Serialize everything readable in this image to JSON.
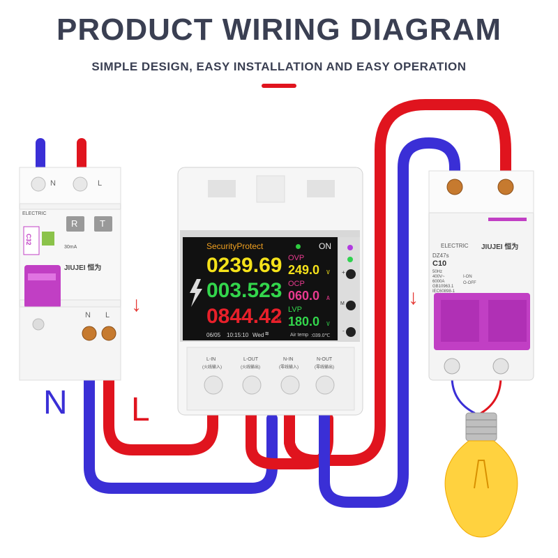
{
  "header": {
    "title": "PRODUCT WIRING DIAGRAM",
    "subtitle": "SIMPLE DESIGN, EASY INSTALLATION AND EASY OPERATION"
  },
  "colors": {
    "neutral_wire": "#3a2fd6",
    "live_wire": "#e0141e",
    "title_text": "#3a3f52",
    "breaker_handle": "#c13fc4",
    "screen_bg": "#111111",
    "voltage_text": "#f5e21a",
    "current_text": "#33d64c",
    "power_text": "#e8202a",
    "protect_header": "#f0a020",
    "bulb": "#ffd23f"
  },
  "left_breaker": {
    "top_terminal_n": "N",
    "top_terminal_l": "L",
    "rating": "C32",
    "brand_small": "ELECTRIC",
    "brand": "JIUJEI 恒为",
    "test_button": "T",
    "reset_button": "R",
    "spec_text": "30mA",
    "bottom_terminal_n": "N",
    "bottom_terminal_l": "L",
    "wire_label_n": "N",
    "wire_label_l": "L"
  },
  "meter": {
    "header": "SecurityProtect",
    "status": "ON",
    "voltage": "0239.69",
    "voltage_unit": "V",
    "current": "003.523",
    "current_unit": "A",
    "power": "0844.42",
    "power_unit": "W",
    "ovp_label": "OVP",
    "ovp_value": "249.0",
    "ovp_unit": "V",
    "ocp_label": "OCP",
    "ocp_value": "060.0",
    "ocp_unit": "A",
    "lvp_label": "LVP",
    "lvp_value": "180.0",
    "lvp_unit": "V",
    "date": "06/05",
    "time": "10:15:10",
    "weekday": "Wed",
    "air_temp_label": "Air temp",
    "air_temp_value": ":039.0℃",
    "button_plus": "+",
    "button_m": "M",
    "button_minus": "-",
    "terminals": [
      {
        "label": "L-IN",
        "sub": "(火线输入)"
      },
      {
        "label": "L-OUT",
        "sub": "(火线输出)"
      },
      {
        "label": "N-IN",
        "sub": "(零线输入)"
      },
      {
        "label": "N-OUT",
        "sub": "(零线输出)"
      }
    ]
  },
  "right_breaker": {
    "brand_small": "ELECTRIC",
    "brand": "JIUJEI 恒为",
    "model": "DZ47s",
    "rating": "C10",
    "spec_lines": [
      "50Hz",
      "400V~",
      "6000A",
      "GB10963.1",
      "IEC60898-1"
    ],
    "on_label": "I-ON",
    "off_label": "O-OFF"
  }
}
